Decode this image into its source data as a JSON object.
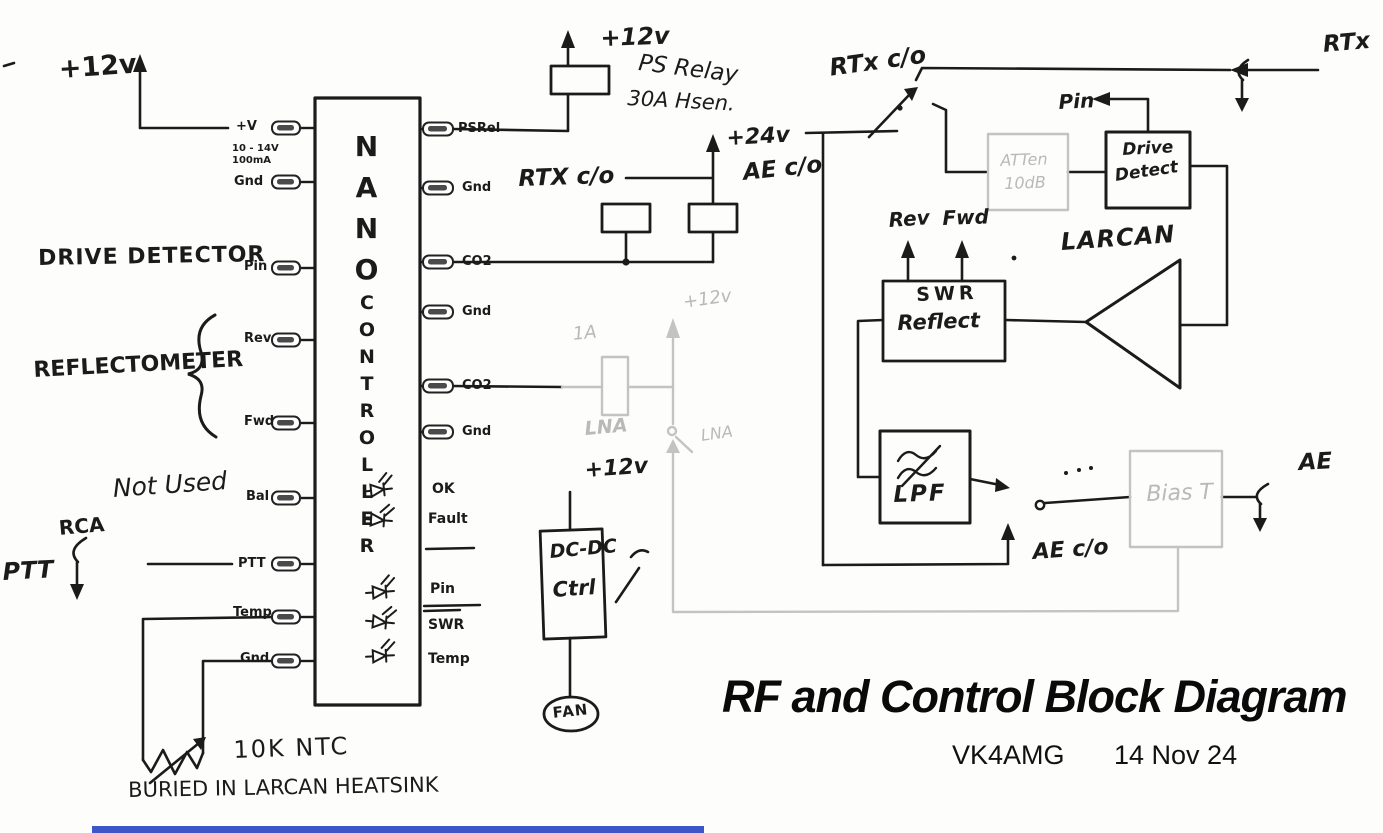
{
  "doc": {
    "title": "RF and Control Block Diagram",
    "callsign": "VK4AMG",
    "date": "14 Nov 24"
  },
  "nano": {
    "name": "NANO",
    "role": "CONTROLLER",
    "pins_left": [
      "+V",
      "Gnd",
      "Pin",
      "Rev",
      "Fwd",
      "Bal",
      "PTT",
      "Temp",
      "Gnd"
    ],
    "supply_note": [
      "10 - 14V",
      "100mA"
    ],
    "pins_right": [
      "PSRel",
      "Gnd",
      "CO2",
      "Gnd",
      "CO2",
      "Gnd"
    ],
    "led_legend": [
      "OK",
      "Fault",
      "Pin",
      "SWR",
      "Temp"
    ]
  },
  "left": {
    "supply": "+12v",
    "drive_detector": "DRIVE DETECTOR",
    "reflectometer": "REFLECTOMETER",
    "not_used": "Not Used",
    "rca": "RCA",
    "ptt": "PTT",
    "thermistor": "10K NTC",
    "thermistor_note": "BURIED IN LARCAN HEATSINK"
  },
  "power": {
    "ps_supply": "+12v",
    "ps_relay": [
      "PS Relay",
      "30A Hsen."
    ],
    "plus24": "+24v",
    "rtx_relay": "RTX c/o",
    "ae_relay": "AE c/o",
    "fuse": "1A",
    "fuse_circuit": "LNA",
    "lna_supply": "+12v",
    "lna_switch": "LNA",
    "dcdc": [
      "DC-DC",
      "Ctrl"
    ],
    "dcdc_supply": "+12v",
    "fan": "FAN"
  },
  "rf": {
    "rtx_switch": "RTx c/o",
    "rtx_port": "RTx",
    "pin_signal": "Pin",
    "attenuator": [
      "ATTen",
      "10dB"
    ],
    "drive_detect": [
      "Drive",
      "Detect"
    ],
    "rev": "Rev",
    "fwd": "Fwd",
    "amp": "LARCAN",
    "swr": [
      "SWR",
      "Reflect"
    ],
    "lpf": "LPF",
    "ae_switch": "AE c/o",
    "bias_t": "Bias T",
    "ae_port": "AE"
  }
}
